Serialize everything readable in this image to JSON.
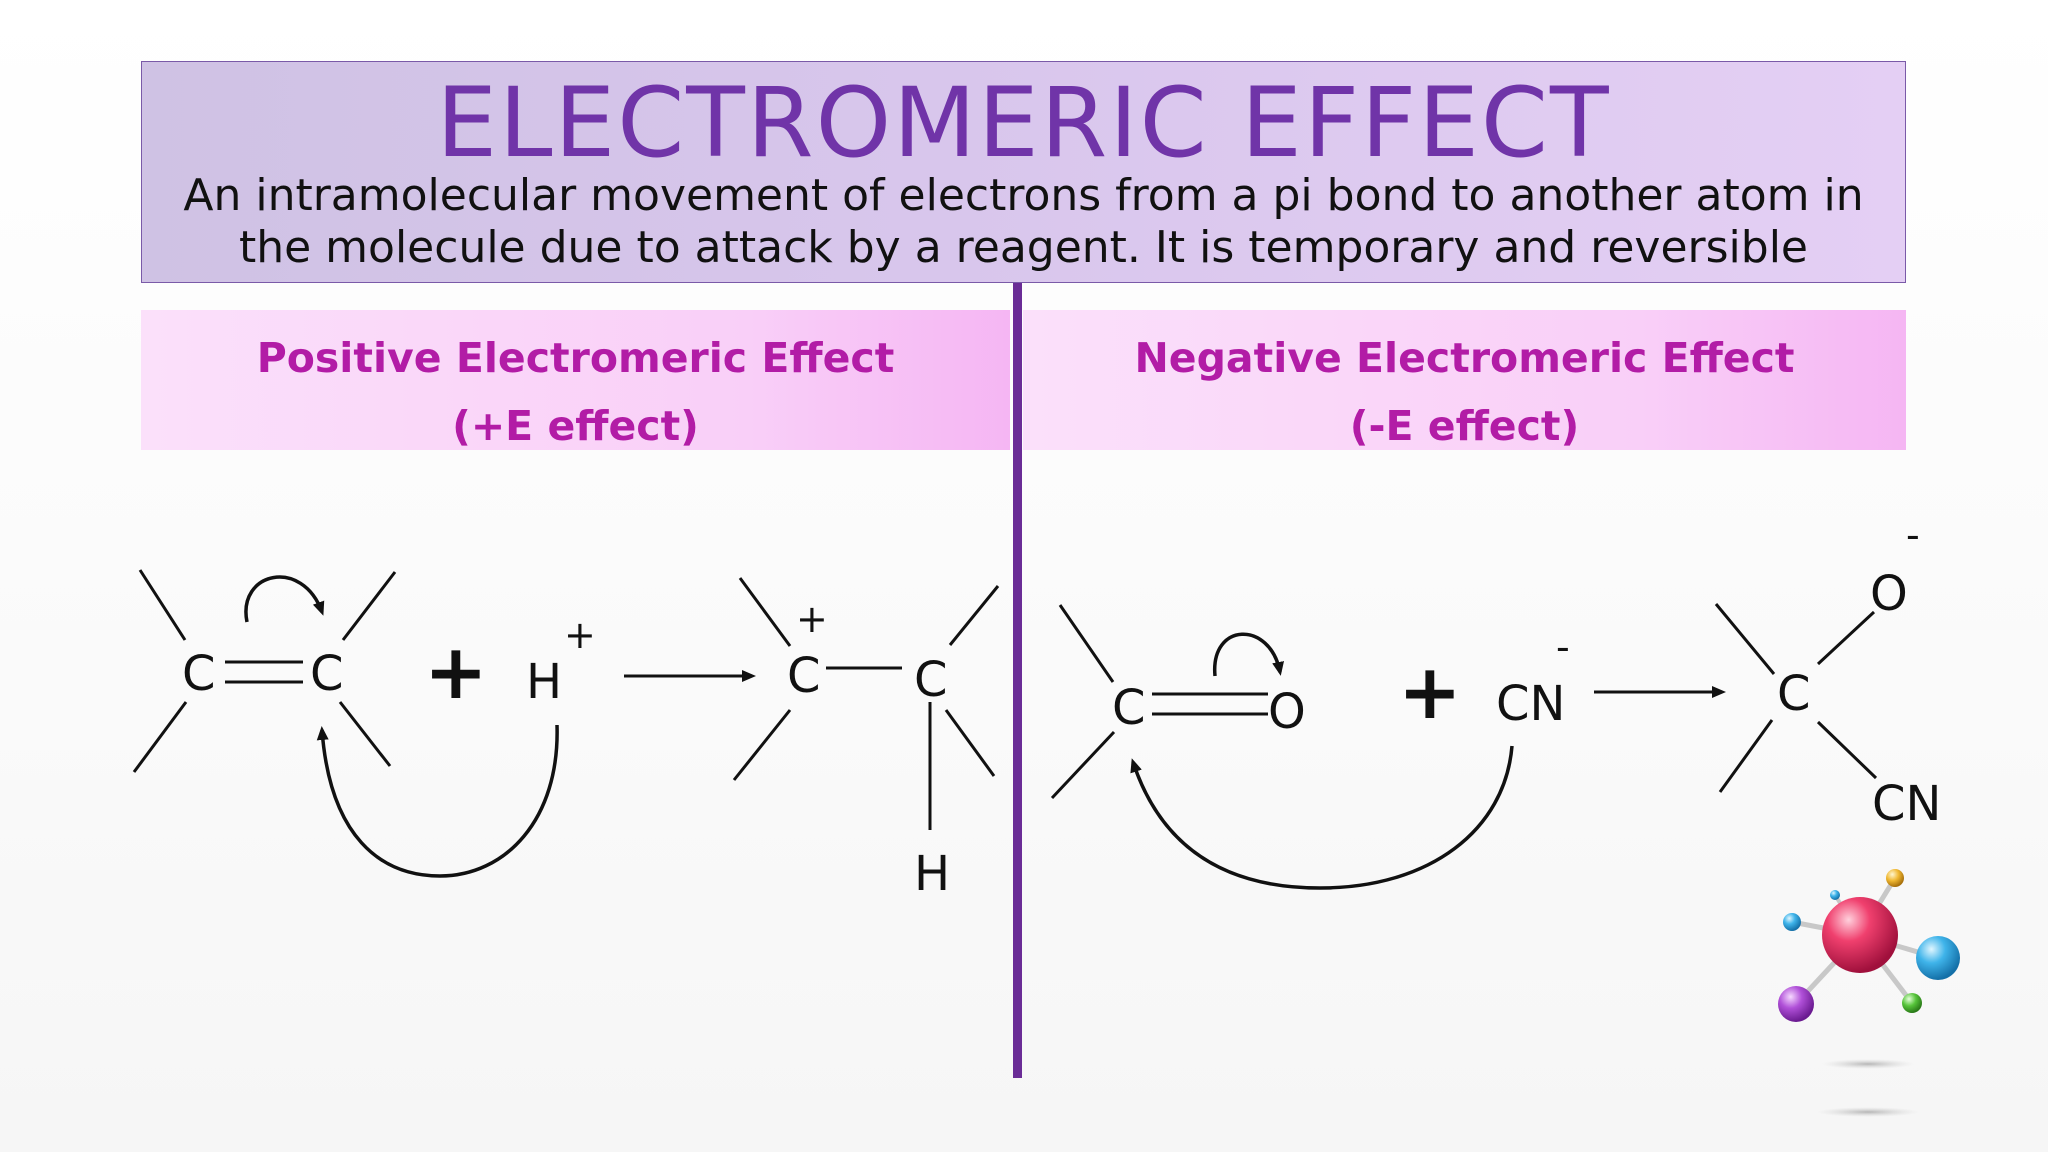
{
  "header": {
    "title": "ELECTROMERIC EFFECT",
    "definition_line1": "An intramolecular movement of electrons from a pi bond to another atom in",
    "definition_line2": "the molecule due to attack by a reagent. It is temporary and reversible"
  },
  "positive": {
    "title_line1": "Positive Electromeric Effect",
    "title_line2": "(+E effect)",
    "reaction": {
      "carbon1": "C",
      "carbon2": "C",
      "plus": "+",
      "reagent": "H",
      "reagent_charge": "+",
      "product_carbon1": "C",
      "product_carbon1_charge": "+",
      "product_carbon2": "C",
      "product_h": "H"
    }
  },
  "negative": {
    "title_line1": "Negative Electromeric Effect",
    "title_line2": "(-E effect)",
    "reaction": {
      "carbon": "C",
      "oxygen": "O",
      "plus": "+",
      "reagent": "CN",
      "reagent_charge": "-",
      "product_carbon": "C",
      "product_oxygen": "O",
      "product_oxygen_charge": "-",
      "product_cn": "CN"
    }
  },
  "colors": {
    "title": "#7034a8",
    "panel_title": "#b21ca6",
    "divider": "#6a2c96"
  },
  "icons": [
    "molecule-icon"
  ]
}
